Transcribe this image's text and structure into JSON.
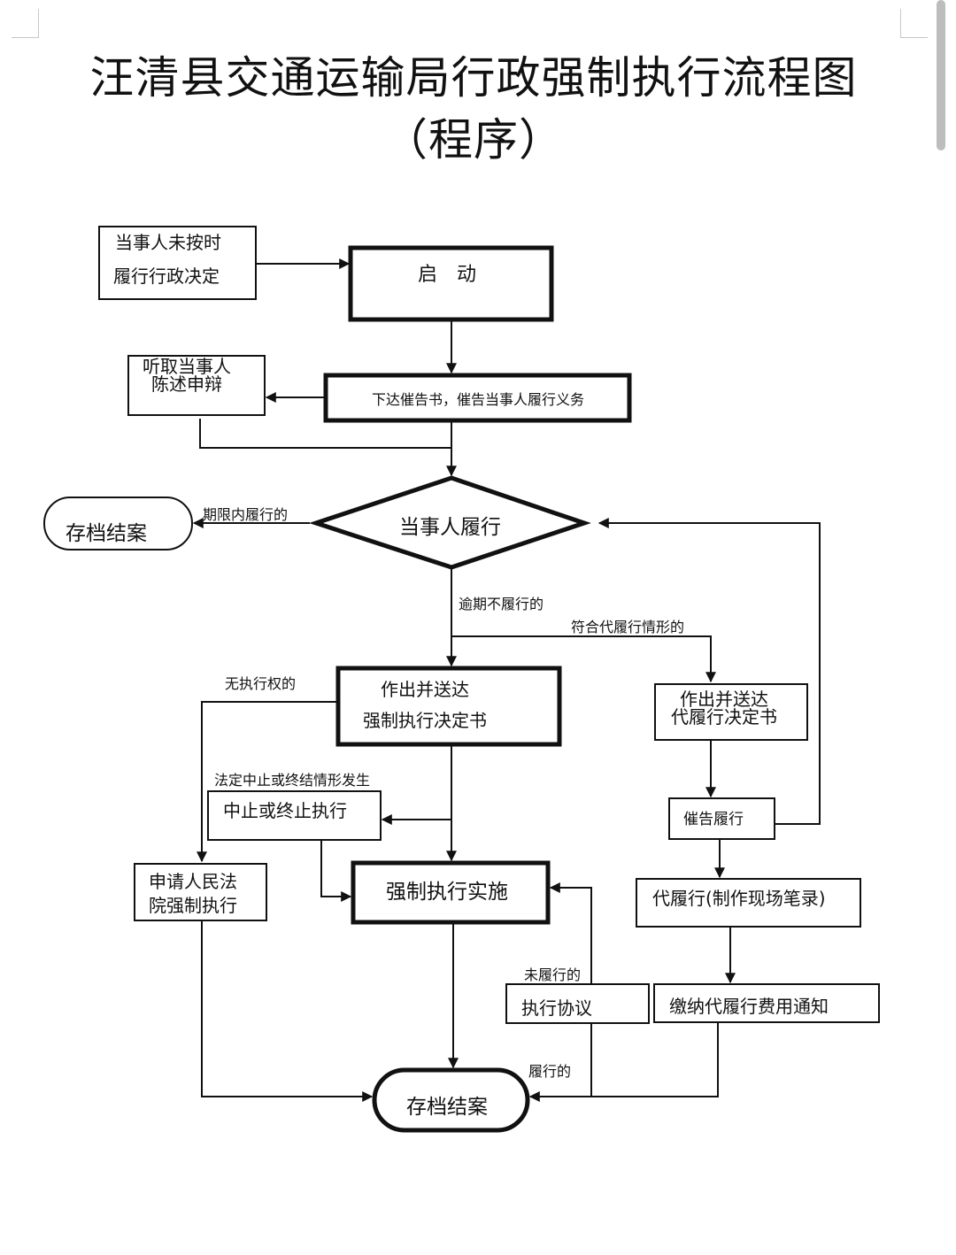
{
  "title": {
    "line1": "汪清县交通运输局行政强制执行流程图",
    "line2": "（程序）"
  },
  "nodes": {
    "trigger": {
      "line1": "当事人未按时",
      "line2": "履行行政决定"
    },
    "start": {
      "label": "启　动"
    },
    "notice": {
      "label": "下达催告书，催告当事人履行义务"
    },
    "hearing": {
      "line1": "听取当事人",
      "line2": "陈述申辩"
    },
    "decision": {
      "label": "当事人履行"
    },
    "archive_top": {
      "label": "存档结案"
    },
    "enforce_decision": {
      "line1": "作出并送达",
      "line2": "强制执行决定书"
    },
    "proxy_decision": {
      "line1": "作出并送达",
      "line2": "代履行决定书"
    },
    "urge": {
      "label": "催告履行"
    },
    "suspend": {
      "label": "中止或终止执行"
    },
    "court": {
      "line1": "申请人民法",
      "line2": "院强制执行"
    },
    "implement": {
      "label": "强制执行实施"
    },
    "proxy_perform": {
      "label": "代履行(制作现场笔录)"
    },
    "agreement": {
      "label": "执行协议"
    },
    "fee_notice": {
      "label": "缴纳代履行费用通知"
    },
    "archive_bottom": {
      "label": "存档结案"
    }
  },
  "edge_labels": {
    "performed_in_time": "期限内履行的",
    "overdue": "逾期不履行的",
    "proxy_eligible": "符合代履行情形的",
    "no_authority": "无执行权的",
    "legal_suspension": "法定中止或终结情形发生",
    "not_performed": "未履行的",
    "performed": "履行的"
  }
}
